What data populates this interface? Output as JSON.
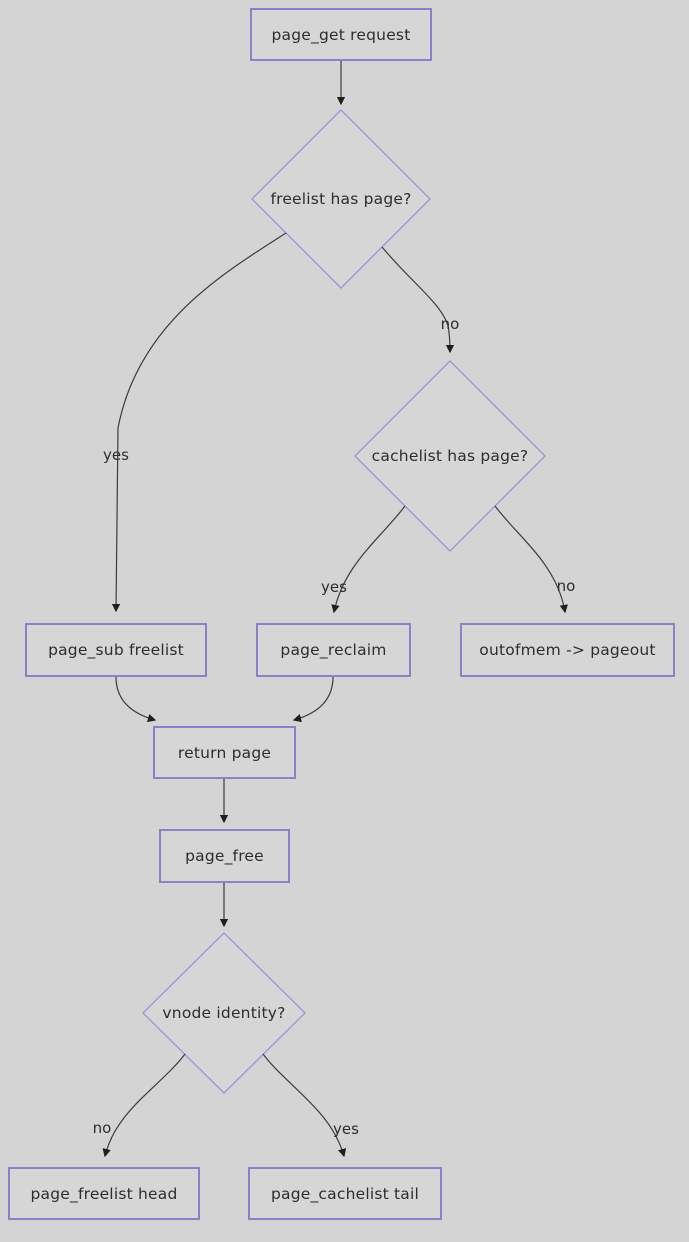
{
  "nodes": {
    "page_get_request": {
      "label": "page_get request"
    },
    "freelist_has_page": {
      "label": "freelist has page?"
    },
    "cachelist_has_page": {
      "label": "cachelist has page?"
    },
    "page_sub_freelist": {
      "label": "page_sub freelist"
    },
    "page_reclaim": {
      "label": "page_reclaim"
    },
    "outofmem_pageout": {
      "label": "outofmem -> pageout"
    },
    "return_page": {
      "label": "return page"
    },
    "page_free": {
      "label": "page_free"
    },
    "vnode_identity": {
      "label": "vnode identity?"
    },
    "page_freelist_head": {
      "label": "page_freelist head"
    },
    "page_cachelist_tail": {
      "label": "page_cachelist tail"
    }
  },
  "edge_labels": {
    "freelist_yes": "yes",
    "freelist_no": "no",
    "cachelist_yes": "yes",
    "cachelist_no": "no",
    "vnode_no": "no",
    "vnode_yes": "yes"
  },
  "colors": {
    "page_bg": "#d4d4d4",
    "node_fill": "#d6d6d6",
    "node_border": "#8f7ec8",
    "diamond_border": "#a496d6",
    "edge_color": "#3c3c3c",
    "arrow_color": "#1f1f1f",
    "text_color": "#2d2d2d"
  }
}
